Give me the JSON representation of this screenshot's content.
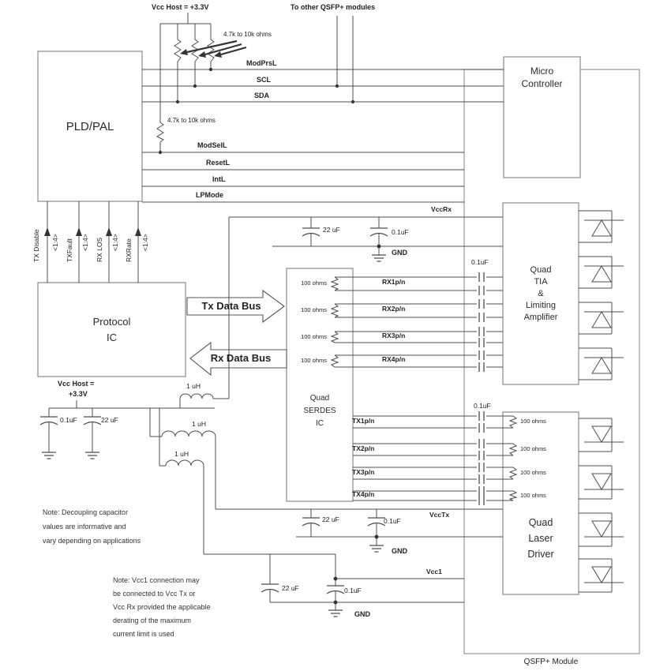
{
  "labels": {
    "vccHostTop": "Vcc Host = +3.3V",
    "toOther": "To other QSFP+ modules",
    "pullupRange": "4.7k to 10k ohms",
    "vccHostBottom1": "Vcc Host =",
    "vccHostBottom2": "+3.3V",
    "txBus": "Tx Data  Bus",
    "rxBus": "Rx  Data Bus",
    "qsfpModule": "QSFP+ Module"
  },
  "nets": {
    "modPrsL": "ModPrsL",
    "scl": "SCL",
    "sda": "SDA",
    "modSelL": "ModSelL",
    "resetL": "ResetL",
    "intL": "IntL",
    "lpMode": "LPMode",
    "vccRx": "VccRx",
    "vccTx": "VccTx",
    "vcc1": "Vcc1",
    "vbus": [
      {
        "name": "TX Disable",
        "width": "<1:4>"
      },
      {
        "name": "TXFault",
        "width": "<1:4>"
      },
      {
        "name": "RX LOS",
        "width": "<1:4>"
      },
      {
        "name": "RXRate",
        "width": "<1:4>"
      }
    ]
  },
  "blocks": {
    "pld": "PLD/PAL",
    "protocol": [
      "Protocol",
      "IC"
    ],
    "serdes": [
      "Quad",
      "SERDES",
      "IC"
    ],
    "mcu": [
      "Micro",
      "Controller"
    ],
    "tia": [
      "Quad",
      "TIA",
      "&",
      "Limiting",
      "Amplifier"
    ],
    "driver": [
      "Quad",
      "Laser",
      "Driver"
    ]
  },
  "channels": {
    "rx": [
      "RX1p/n",
      "RX2p/n",
      "RX3p/n",
      "RX4p/n"
    ],
    "tx": [
      "TX1p/n",
      "TX2p/n",
      "TX3p/n",
      "TX4p/n"
    ]
  },
  "values": {
    "r100": "100 ohms",
    "c22": "22 uF",
    "c01": "0.1uF",
    "l1uh": "1 uH",
    "gnd": "GND"
  },
  "notes": {
    "decoupling": [
      "Note: Decoupling capacitor",
      "values are informative and",
      "vary depending on applications"
    ],
    "vcc1": [
      "Note: Vcc1 connection may",
      "be connected to Vcc Tx or",
      "Vcc Rx provided the applicable",
      "derating of the maximum",
      "current limit is used"
    ]
  },
  "colors": {
    "wire": "#4d4d4d",
    "box": "#8a8a8a",
    "text": "#1d1d1d"
  }
}
